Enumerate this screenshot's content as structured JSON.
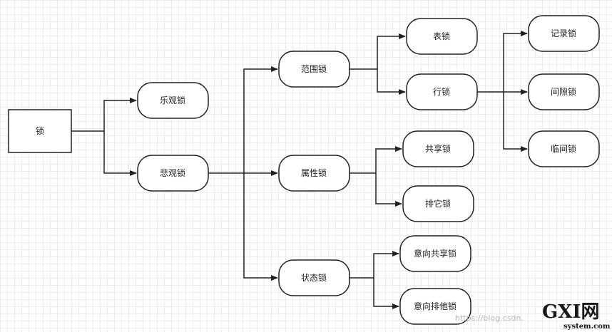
{
  "diagram": {
    "root": "锁",
    "pessimism": {
      "optimistic": "乐观锁",
      "pessimistic": "悲观锁"
    },
    "categories": {
      "range": "范围锁",
      "attribute": "属性锁",
      "state": "状态锁"
    },
    "range_children": {
      "table": "表锁",
      "row": "行锁"
    },
    "row_children": {
      "record": "记录锁",
      "gap": "间隙锁",
      "next_key": "临间锁"
    },
    "attribute_children": {
      "shared": "共享锁",
      "exclusive": "排它锁"
    },
    "state_children": {
      "intent_shared": "意向共享锁",
      "intent_exclusive": "意向排他锁"
    }
  },
  "watermark": {
    "url": "https://blog.csdn.",
    "logo_main": "GXI网",
    "logo_sub": "system.com"
  }
}
